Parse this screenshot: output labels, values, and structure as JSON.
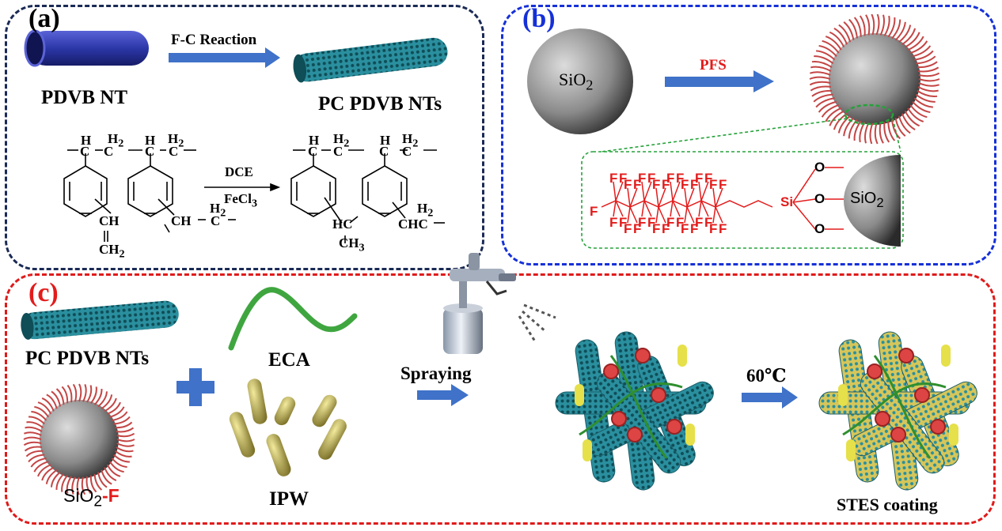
{
  "panels": {
    "a": {
      "label": "(a)",
      "reaction_label": "F-C Reaction",
      "left_product": "PDVB NT",
      "right_product": "PC PDVB NTs",
      "reagent_top": "DCE",
      "reagent_bottom": "FeCl",
      "reagent_bottom_sub": "3",
      "chem": {
        "h1": "H",
        "h2": "H",
        "h3": "H",
        "h4": "H",
        "h2a": "H",
        "h2a_sub": "2",
        "h2b": "H",
        "h2b_sub": "2",
        "h2c": "H",
        "h2c_sub": "2",
        "h2d": "H",
        "h2d_sub": "2",
        "h2e": "H",
        "h2e_sub": "2",
        "h2f": "H",
        "h2f_sub": "2",
        "c1": "C",
        "c2": "C",
        "c3": "C",
        "c4": "C",
        "c5": "C",
        "c6": "C",
        "c7": "C",
        "c8": "C",
        "ch": "CH",
        "ch2": "CH",
        "ch2_sub": "2",
        "ch_l": "CH",
        "c_l": "C",
        "hc": "HC",
        "ch3": "CH",
        "ch3_sub": "3",
        "chc": "CHC"
      }
    },
    "b": {
      "label": "(b)",
      "sphere_label": "SiO",
      "sphere_label_sub": "2",
      "arrow_label": "PFS",
      "f_atom": "F",
      "si_atom": "Si",
      "o_atom": "O",
      "inset_sphere_label": "SiO",
      "inset_sphere_label_sub": "2"
    },
    "c": {
      "label": "(c)",
      "item_pc": "PC PDVB NTs",
      "item_eca": "ECA",
      "item_sio2f_prefix": "SiO",
      "item_sio2f_sub": "2",
      "item_sio2f_suffix": "-F",
      "item_ipw": "IPW",
      "spray_label": "Spraying",
      "temp_label": "60℃",
      "final_label": "STES coating"
    }
  },
  "colors": {
    "panel_a_border": "#1a2a55",
    "panel_b_border": "#1530d8",
    "panel_c_border": "#e01a1a",
    "arrow": "#3f72c8",
    "tube_blue": "#2c37a8",
    "porous_teal": "#2a8f9e",
    "fluoro_red": "#e31b1b",
    "eca_green": "#3fa63f",
    "ipw_gold": "#b9ad4b"
  }
}
